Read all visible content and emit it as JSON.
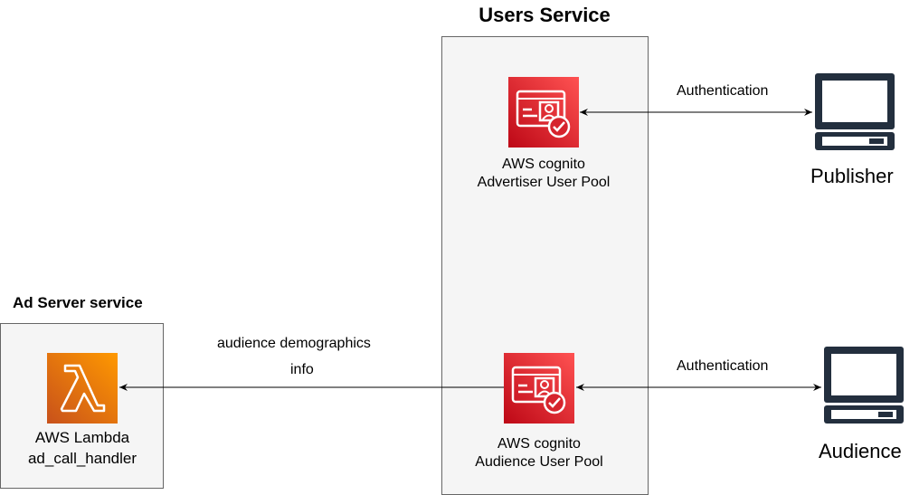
{
  "groups": {
    "users_service": {
      "title": "Users Service"
    },
    "ad_server": {
      "title": "Ad Server service"
    }
  },
  "nodes": {
    "advertiser_pool": {
      "line1": "AWS cognito",
      "line2": "Advertiser User Pool",
      "icon": "cognito-icon"
    },
    "audience_pool": {
      "line1": "AWS cognito",
      "line2": "Audience User Pool",
      "icon": "cognito-icon"
    },
    "lambda": {
      "line1": "AWS Lambda",
      "line2": "ad_call_handler",
      "icon": "lambda-icon"
    },
    "publisher": {
      "label": "Publisher",
      "icon": "computer-icon"
    },
    "audience": {
      "label": "Audience",
      "icon": "computer-icon"
    }
  },
  "edges": {
    "publisher_auth": "Authentication",
    "audience_auth": "Authentication",
    "demographics_line1": "audience demographics",
    "demographics_line2": "info"
  },
  "colors": {
    "cognito": "#dd344c",
    "lambda": "#ed7100",
    "group_fill": "#f5f5f5",
    "group_border": "#666666",
    "line": "#000000"
  }
}
